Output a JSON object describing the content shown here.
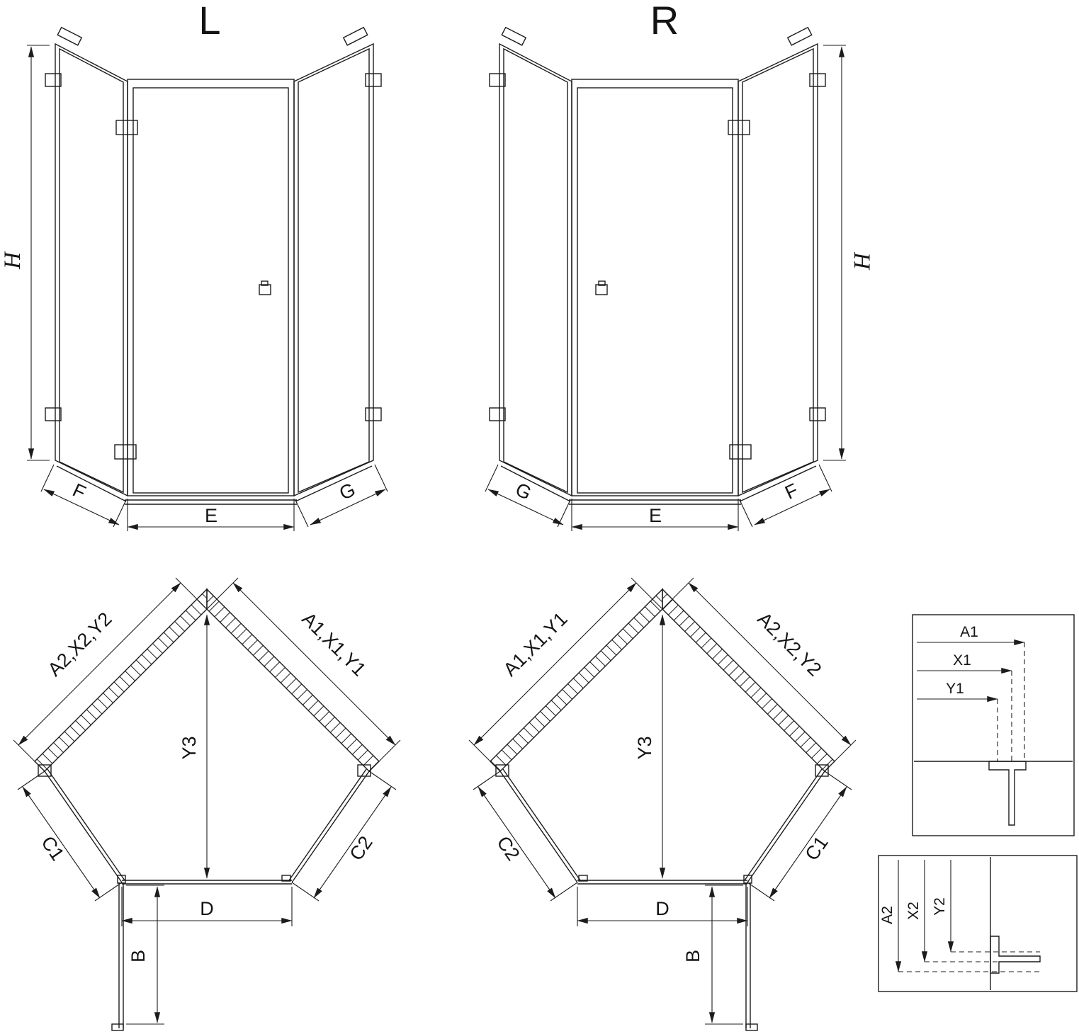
{
  "colors": {
    "line": "#1c1c1c",
    "background": "#ffffff"
  },
  "elevation_left": {
    "title": "L",
    "height": "H",
    "left_width": "F",
    "front_width": "E",
    "right_width": "G"
  },
  "elevation_right": {
    "title": "R",
    "height": "H",
    "left_width": "G",
    "front_width": "E",
    "right_width": "F"
  },
  "plan_left": {
    "wall_upper_left": "A2,X2,Y2",
    "wall_upper_right": "A1,X1,Y1",
    "depth": "Y3",
    "side_lower_left": "C1",
    "side_lower_right": "C2",
    "door_width": "D",
    "door_opening": "B"
  },
  "plan_right": {
    "wall_upper_left": "A1,X1,Y1",
    "wall_upper_right": "A2,X2,Y2",
    "depth": "Y3",
    "side_lower_left": "C2",
    "side_lower_right": "C1",
    "door_width": "D",
    "door_opening": "B"
  },
  "detail_top": {
    "dims": [
      "A1",
      "X1",
      "Y1"
    ]
  },
  "detail_bottom": {
    "dims": [
      "A2",
      "X2",
      "Y2"
    ]
  }
}
